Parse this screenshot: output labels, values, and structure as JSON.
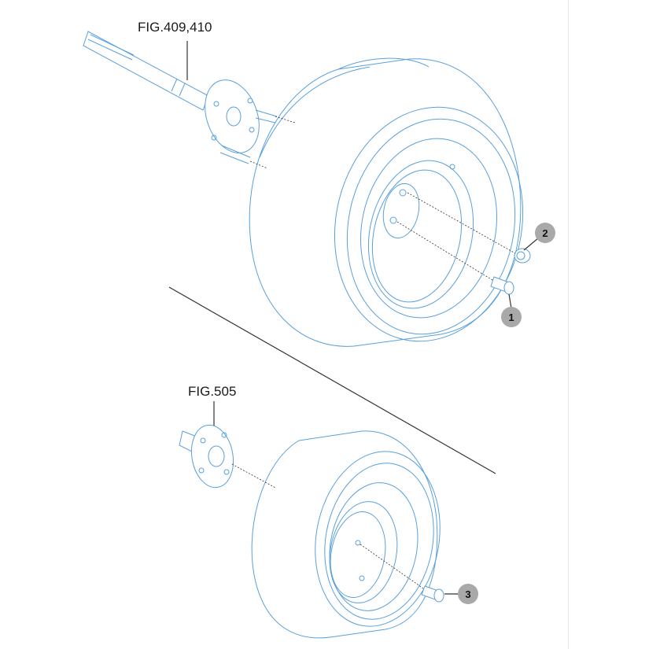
{
  "labels": {
    "fig_top": "FIG.409,410",
    "fig_bottom": "FIG.505"
  },
  "callouts": [
    {
      "number": "1",
      "part": "bolt"
    },
    {
      "number": "2",
      "part": "nut"
    },
    {
      "number": "3",
      "part": "bolt"
    }
  ],
  "colors": {
    "line_art": "#5aa0dc",
    "callout_fill": "#a9a9a9"
  }
}
